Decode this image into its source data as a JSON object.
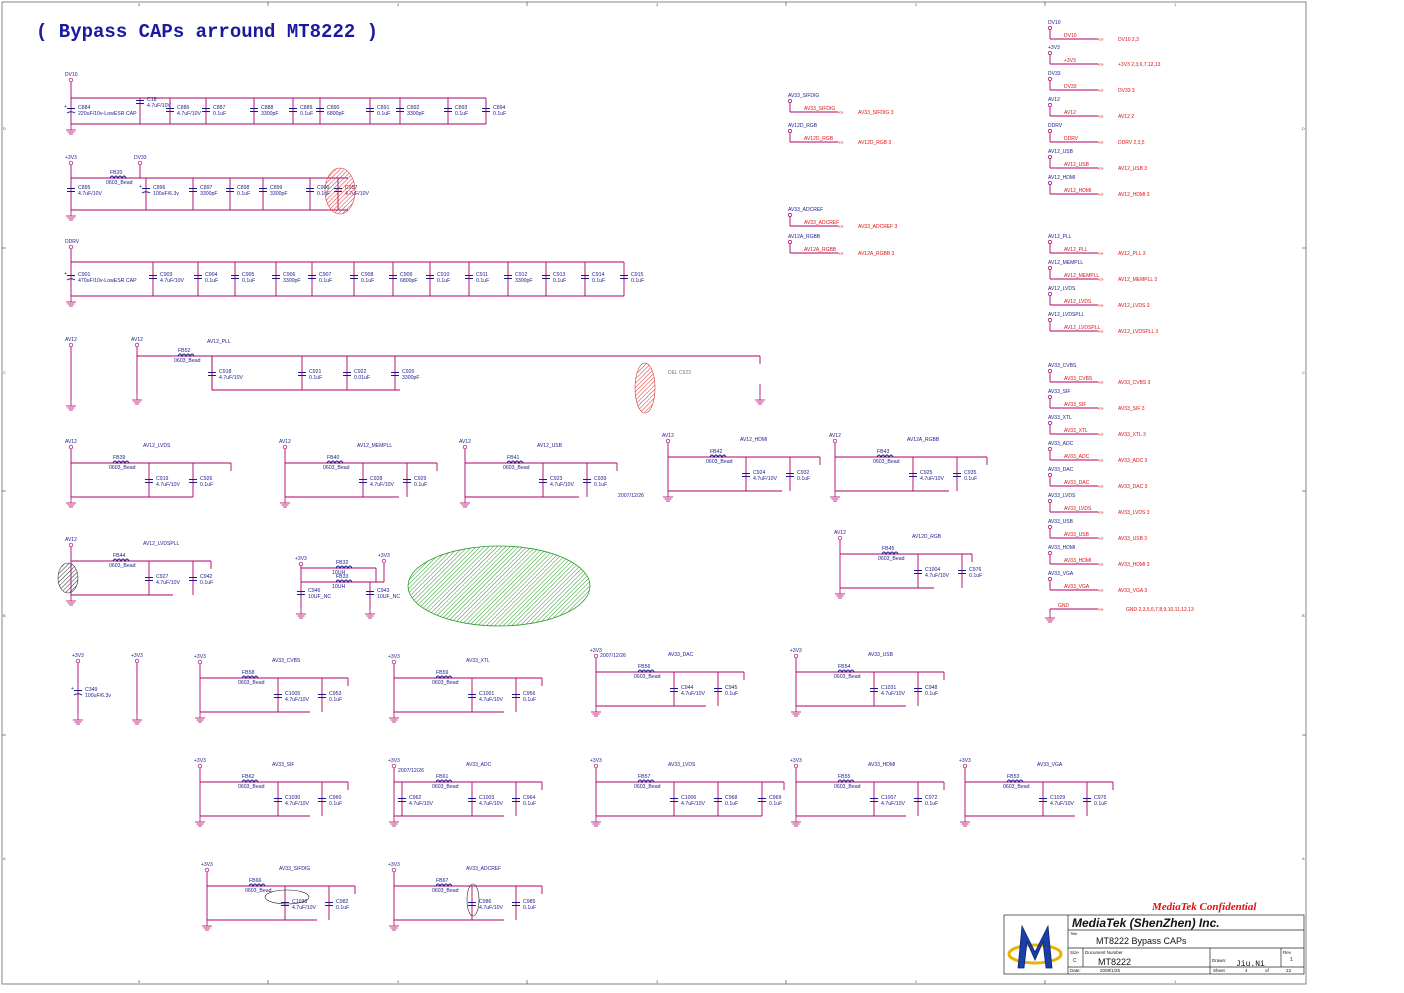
{
  "title": "( Bypass CAPs arround MT8222 )",
  "frame": {
    "top_numbers": [
      "5",
      "4",
      "3",
      "2",
      "1"
    ],
    "side_letters": [
      "D",
      "C",
      "B",
      "A"
    ]
  },
  "rows": {
    "dv10": {
      "net": "DV10",
      "bulk": "C884",
      "bulk_val": "220uF/10v-LowESR CAP",
      "c18": "C18",
      "c18_val": "4.7uF/10V",
      "caps": [
        [
          "C886",
          "4.7uF/10V"
        ],
        [
          "C887",
          "0.1uF"
        ],
        [
          "C888",
          "3300pF"
        ],
        [
          "C889",
          "0.1uF"
        ],
        [
          "C890",
          "6800pF"
        ],
        [
          "C891",
          "0.1uF"
        ],
        [
          "C892",
          "3300pF"
        ],
        [
          "C893",
          "0.1uF"
        ],
        [
          "C894",
          "0.1uF"
        ]
      ]
    },
    "dv33": {
      "net1": "+3V3",
      "net2": "DV33",
      "fb": "FB20",
      "fb_val": "0603_Bead",
      "c895": "C895",
      "c895_val": "4.7uF/10V",
      "c896": "C896",
      "c896_val": "100uF/6.3v",
      "caps": [
        [
          "C897",
          "3300pF"
        ],
        [
          "C898",
          "0.1uF"
        ],
        [
          "C899",
          "3300pF"
        ],
        [
          "C900",
          "0.1uF"
        ],
        [
          "C957",
          "4.7uF/10V"
        ]
      ]
    },
    "ddrv": {
      "net": "DDRV",
      "bulk": "C901",
      "bulk_val": "470uF/10v-LowESR CAP",
      "caps": [
        [
          "C903",
          "4.7uF/10V"
        ],
        [
          "C904",
          "0.1uF"
        ],
        [
          "C905",
          "0.1uF"
        ],
        [
          "C906",
          "3300pF"
        ],
        [
          "C907",
          "0.1uF"
        ],
        [
          "C908",
          "0.1uF"
        ],
        [
          "C909",
          "6800pF"
        ],
        [
          "C910",
          "0.1uF"
        ],
        [
          "C911",
          "0.1uF"
        ],
        [
          "C912",
          "3300pF"
        ],
        [
          "C913",
          "0.1uF"
        ],
        [
          "C914",
          "0.1uF"
        ],
        [
          "C915",
          "0.1uF"
        ]
      ]
    },
    "pll": {
      "net1": "AV12",
      "net2": "AV12",
      "net3": "AV12_PLL",
      "fb": "FB52",
      "fb_val": "0603_Bead",
      "caps": [
        [
          "C918",
          "4.7uF/10V"
        ],
        [
          "C921",
          "0.1uF"
        ],
        [
          "C922",
          "0.01uF"
        ],
        [
          "C920",
          "3300pF"
        ]
      ],
      "del": "DEL C923"
    }
  },
  "blocks": [
    {
      "pwr": "AV12",
      "net": "AV12_LVDS",
      "fb": "FB39",
      "c1": "C919",
      "v1": "4.7uF/10V",
      "c2": "C926",
      "v2": "0.1uF"
    },
    {
      "pwr": "AV12",
      "net": "AV12_MEMPLL",
      "fb": "FB40",
      "c1": "C928",
      "v1": "4.7uF/10V",
      "c2": "C929",
      "v2": "0.1uF"
    },
    {
      "pwr": "AV12",
      "net": "AV12_USB",
      "fb": "FB41",
      "c1": "C923",
      "v1": "4.7uF/10V",
      "c2": "C939",
      "v2": "0.1uF"
    },
    {
      "pwr": "AV12",
      "net": "AV12_HDMI",
      "fb": "FB42",
      "c1": "C924",
      "v1": "4.7uF/10V",
      "c2": "C932",
      "v2": "0.1uF"
    },
    {
      "pwr": "AV12",
      "net": "AV12A_RGBB",
      "fb": "FB43",
      "c1": "C925",
      "v1": "4.7uF/10V",
      "c2": "C935",
      "v2": "0.1uF"
    },
    {
      "pwr": "AV12",
      "net": "AV12_LVDSPLL",
      "fb": "FB44",
      "c1": "C927",
      "v1": "4.7uF/10V",
      "c2": "C942",
      "v2": "0.1uF"
    },
    {
      "pwr": "AV12",
      "net": "AV12D_RGB",
      "fb": "FB45",
      "c1": "C1004",
      "v1": "4.7uF/10V",
      "c2": "C976",
      "v2": "0.1uF"
    },
    {
      "pwr": "+3V3",
      "net": "AV33_CVBS",
      "fb": "FB58",
      "c1": "C1005",
      "v1": "4.7uF/10V",
      "c2": "C953",
      "v2": "0.1uF"
    },
    {
      "pwr": "+3V3",
      "net": "AV33_XTL",
      "fb": "FB59",
      "c1": "C1001",
      "v1": "4.7uF/10V",
      "c2": "C956",
      "v2": "0.1uF"
    },
    {
      "pwr": "+3V3",
      "net": "AV33_DAC",
      "fb": "FB56",
      "c1": "C944",
      "v1": "4.7uF/10V",
      "c2": "C945",
      "v2": "0.1uF"
    },
    {
      "pwr": "+3V3",
      "net": "AV33_USB",
      "fb": "FB54",
      "c1": "C1031",
      "v1": "4.7uF/10V",
      "c2": "C948",
      "v2": "0.1uF"
    },
    {
      "pwr": "+3V3",
      "net": "AV33_SIF",
      "fb": "FB62",
      "c1": "C1030",
      "v1": "4.7uF/10V",
      "c2": "C960",
      "v2": "0.1uF"
    },
    {
      "pwr": "+3V3",
      "net": "AV33_ADC",
      "fb": "FB61",
      "c1": "C1003",
      "v1": "4.7uF/10V",
      "c2": "C964",
      "v2": "0.1uF",
      "c0": "C962",
      "v0": "4.7uF/10V"
    },
    {
      "pwr": "+3V3",
      "net": "AV33_LVDS",
      "fb": "FB57",
      "c1": "C1006",
      "v1": "4.7uF/10V",
      "c2": "C968",
      "v2": "0.1uF",
      "c3": "C969",
      "v3": "0.1uF"
    },
    {
      "pwr": "+3V3",
      "net": "AV33_HDMI",
      "fb": "FB55",
      "c1": "C1007",
      "v1": "4.7uF/10V",
      "c2": "C972",
      "v2": "0.1uF"
    },
    {
      "pwr": "+3V3",
      "net": "AV33_VGA",
      "fb": "FB53",
      "c1": "C1029",
      "v1": "4.7uF/10V",
      "c2": "C975",
      "v2": "0.1uF"
    },
    {
      "pwr": "+3V3",
      "net": "AV33_SIFDIG",
      "fb": "FB66",
      "c1": "C1038",
      "v1": "4.7uF/10V",
      "c2": "C982",
      "v2": "0.1uF"
    },
    {
      "pwr": "+3V3",
      "net": "AV33_ADCREF",
      "fb": "FB67",
      "c1": "C986",
      "v1": "4.7uF/10V",
      "c2": "C985",
      "v2": "0.1uF"
    }
  ],
  "bead_val": "0603_Bead",
  "misc": {
    "fb32": "FB32",
    "fb32_val": "10UH",
    "fb33": "FB33",
    "fb33_val": "10UH",
    "c946": "C946",
    "c946_val": "10UF_NC",
    "c943": "C943",
    "c943_val": "10UF_NC",
    "c349": "C349",
    "c349_val": "100uF/6.3v",
    "p3v3": "+3V3",
    "date1": "2007/12/26",
    "date2": "2007/12/26",
    "date3": "2007/12/26"
  },
  "mid_ports": [
    {
      "net": "AV33_SIFDIG",
      "port": "AV33_SIFDIG",
      "ref": "AV33_SIFDIG   3"
    },
    {
      "net": "AV12D_RGB",
      "port": "AV12D_RGB",
      "ref": "AV12D_RGB   3"
    },
    {
      "net": "AV33_ADCREF",
      "port": "AV33_ADCREF",
      "ref": "AV33_ADCREF   3"
    },
    {
      "net": "AV12A_RGBB",
      "port": "AV12A_RGBB",
      "ref": "AV12A_RGBB   3"
    }
  ],
  "right_ports": [
    {
      "net": "DV10",
      "port": "DV10",
      "ref": "DV10     2,3"
    },
    {
      "net": "+3V3",
      "port": "+3V3",
      "ref": "+3V3     2,3,6,7,12,13"
    },
    {
      "net": "DV33",
      "port": "DV33",
      "ref": "DV33     3"
    },
    {
      "net": "AV12",
      "port": "AV12",
      "ref": "AV12     2"
    },
    {
      "net": "DDRV",
      "port": "DDRV",
      "ref": "DDRV     2,3,5"
    },
    {
      "net": "AV12_USB",
      "port": "AV12_USB",
      "ref": "AV12_USB   3"
    },
    {
      "net": "AV12_HDMI",
      "port": "AV12_HDMI",
      "ref": "AV12_HDMI   3"
    },
    {
      "net": "AV12_PLL",
      "port": "AV12_PLL",
      "ref": "AV12_PLL   3"
    },
    {
      "net": "AV12_MEMPLL",
      "port": "AV12_MEMPLL",
      "ref": "AV12_MEMPLL   3"
    },
    {
      "net": "AV12_LVDS",
      "port": "AV12_LVDS",
      "ref": "AV12_LVDS   3"
    },
    {
      "net": "AV12_LVDSPLL",
      "port": "AV12_LVDSPLL",
      "ref": "AV12_LVDSPLL   3"
    },
    {
      "net": "AV33_CVBS",
      "port": "AV33_CVBS",
      "ref": "AV33_CVBS   3"
    },
    {
      "net": "AV33_SIF",
      "port": "AV33_SIF",
      "ref": "AV33_SIF   3"
    },
    {
      "net": "AV33_XTL",
      "port": "AV33_XTL",
      "ref": "AV33_XTL   3"
    },
    {
      "net": "AV33_ADC",
      "port": "AV33_ADC",
      "ref": "AV33_ADC   3"
    },
    {
      "net": "AV33_DAC",
      "port": "AV33_DAC",
      "ref": "AV33_DAC   3"
    },
    {
      "net": "AV33_LVDS",
      "port": "AV33_LVDS",
      "ref": "AV33_LVDS   3"
    },
    {
      "net": "AV33_USB",
      "port": "AV33_USB",
      "ref": "AV33_USB   3"
    },
    {
      "net": "AV33_HDMI",
      "port": "AV33_HDMI",
      "ref": "AV33_HDMI   3"
    },
    {
      "net": "AV33_VGA",
      "port": "AV33_VGA",
      "ref": "AV33_VGA   3"
    }
  ],
  "gnd_port": {
    "port": "GND",
    "ref": "GND    2,3,5,6,7,8,9,10,11,12,13"
  },
  "title_block": {
    "confidential": "MediaTek Confidential",
    "company": "MediaTek (ShenZhen) Inc.",
    "title_lbl": "Title",
    "title": "MT8222 Bypass CAPs",
    "size_lbl": "Size",
    "size": "C",
    "docnum_lbl": "Document Number",
    "docnum": "MT8222",
    "rev_lbl": "Rev",
    "rev": "1",
    "drawn_lbl": "Drawn:",
    "drawn": "Jiu.Ni",
    "date_lbl": "Date:",
    "date": "2008/1/25",
    "sheet_lbl": "Sheet",
    "sheet": "4",
    "of_lbl": "of",
    "total": "13"
  },
  "colors": {
    "wire": "#b0006a",
    "text": "#1a1a8c",
    "port": "#d11",
    "hatch_red": "#d33",
    "hatch_green": "#3a3"
  }
}
